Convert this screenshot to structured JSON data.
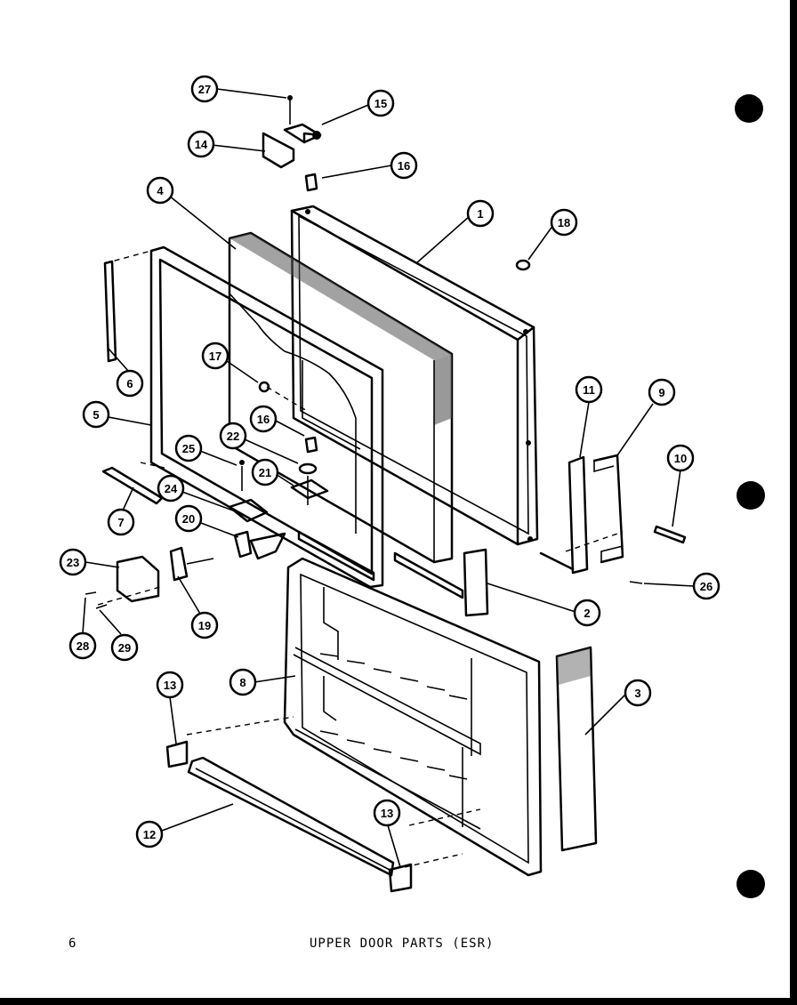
{
  "page": {
    "page_number": "6",
    "title": "UPPER DOOR PARTS (ESR)"
  },
  "callouts": [
    "27",
    "15",
    "14",
    "16",
    "4",
    "1",
    "18",
    "6",
    "17",
    "5",
    "16",
    "22",
    "25",
    "21",
    "24",
    "20",
    "23",
    "19",
    "28",
    "29",
    "7",
    "11",
    "9",
    "10",
    "26",
    "2",
    "8",
    "3",
    "13",
    "12",
    "13"
  ]
}
